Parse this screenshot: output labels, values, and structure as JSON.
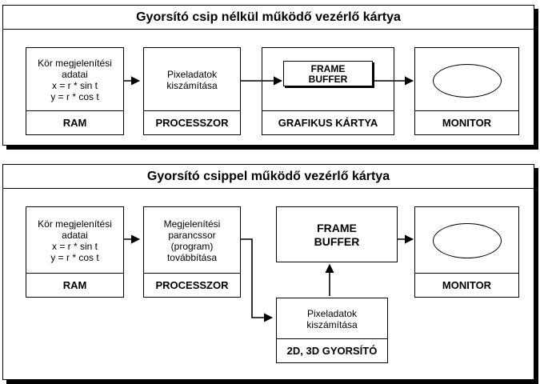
{
  "panel1": {
    "title": "Gyorsító csip nélkül működő vezérlő kártya",
    "ram": {
      "lines": [
        "Kör megjelenítési",
        "adatai",
        "x = r * sin t",
        "y = r * cos t"
      ],
      "label": "RAM"
    },
    "processor": {
      "lines": [
        "Pixeladatok",
        "kiszámítása"
      ],
      "label": "PROCESSZOR"
    },
    "graphics": {
      "buffer_lines": [
        "FRAME",
        "BUFFER"
      ],
      "label": "GRAFIKUS KÁRTYA"
    },
    "monitor": {
      "label": "MONITOR"
    }
  },
  "panel2": {
    "title": "Gyorsító csippel működő vezérlő kártya",
    "ram": {
      "lines": [
        "Kör megjelenítési",
        "adatai",
        "x = r * sin t",
        "y = r * cos t"
      ],
      "label": "RAM"
    },
    "processor": {
      "lines": [
        "Megjelenítési",
        "parancssor",
        "(program)",
        "továbbítása"
      ],
      "label": "PROCESSZOR"
    },
    "frame_buffer": {
      "lines": [
        "FRAME",
        "BUFFER"
      ]
    },
    "accelerator": {
      "lines": [
        "Pixeladatok",
        "kiszámítása"
      ],
      "label": "2D, 3D GYORSÍTÓ"
    },
    "monitor": {
      "label": "MONITOR"
    }
  }
}
